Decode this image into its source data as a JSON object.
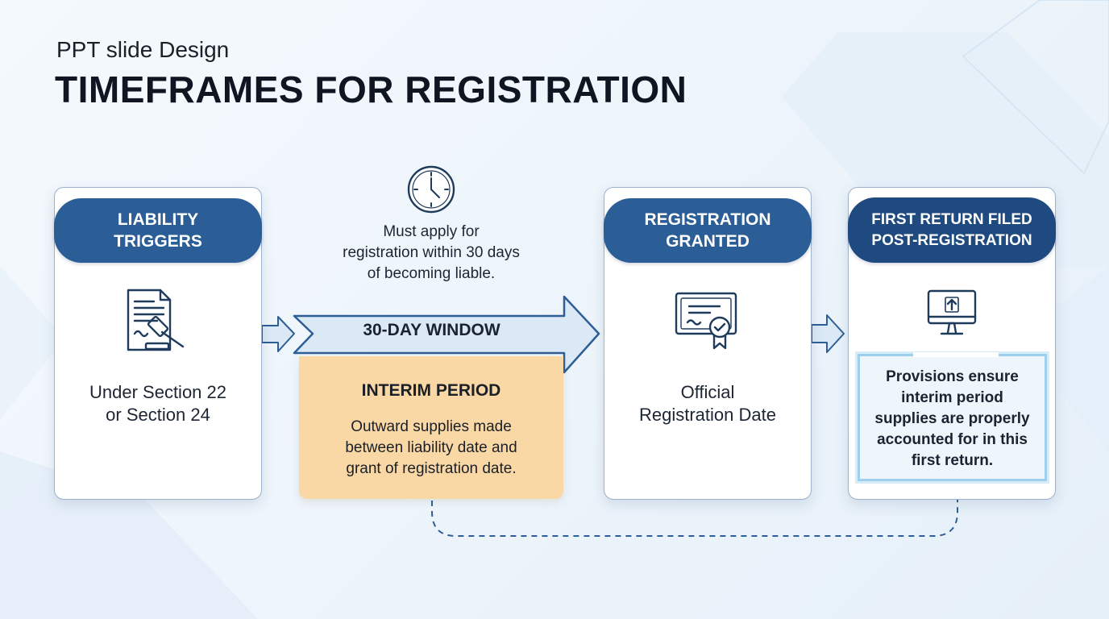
{
  "header": {
    "subtitle": "PPT slide Design",
    "title": "TIMEFRAMES FOR REGISTRATION"
  },
  "steps": [
    {
      "title_lines": [
        "LIABILITY",
        "TRIGGERS"
      ],
      "text_lines": [
        "Under Section 22",
        "or Section 24"
      ],
      "icon": "legal-document-gavel-icon"
    },
    {
      "title_lines": [
        "REGISTRATION",
        "GRANTED"
      ],
      "text_lines": [
        "Official",
        "Registration Date"
      ],
      "icon": "certificate-icon"
    },
    {
      "title_lines": [
        "FIRST RETURN FILED",
        "POST-REGISTRATION"
      ],
      "text_lines": [
        "Provisions ensure",
        "interim period",
        "supplies are properly",
        "accounted for in this",
        "first return."
      ],
      "icon": "monitor-upload-icon"
    }
  ],
  "window": {
    "icon": "clock-icon",
    "note_lines": [
      "Must apply for",
      "registration within 30 days",
      "of becoming liable."
    ],
    "arrow_label": "30-DAY WINDOW"
  },
  "interim": {
    "title": "INTERIM PERIOD",
    "text_lines": [
      "Outward supplies made",
      "between liability date and",
      "grant of registration date."
    ]
  },
  "colors": {
    "pill_light": "#2b5d97",
    "pill_dark": "#1e4a80",
    "interim_fill": "#f9d8a5",
    "arrow_fill": "#dbe9f7",
    "arrow_stroke": "#2d5f96",
    "connector": "#2d5f96"
  }
}
